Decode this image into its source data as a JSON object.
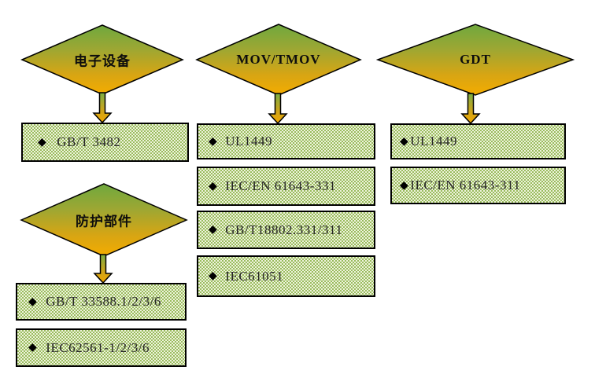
{
  "diagram": {
    "diamonds": [
      {
        "label": "电子设备"
      },
      {
        "label": "MOV/TMOV"
      },
      {
        "label": "GDT"
      },
      {
        "label": "防护部件"
      }
    ],
    "bullet": "◆",
    "columns": {
      "electronics": [
        "GB/T 3482"
      ],
      "protection_components": [
        "GB/T 33588.1/2/3/6",
        "IEC62561-1/2/3/6"
      ],
      "mov_tmov": [
        "UL1449",
        "IEC/EN 61643-331",
        "GB/T18802.331/311",
        "IEC61051"
      ],
      "gdt": [
        "UL1449",
        "IEC/EN 61643-311"
      ]
    },
    "colors": {
      "diamond_top": "#6fa83e",
      "diamond_bottom": "#f4ac00",
      "box_dot": "#9abc5e",
      "box_base": "#eef3dc",
      "outline": "#000000",
      "text": "#262626"
    }
  }
}
